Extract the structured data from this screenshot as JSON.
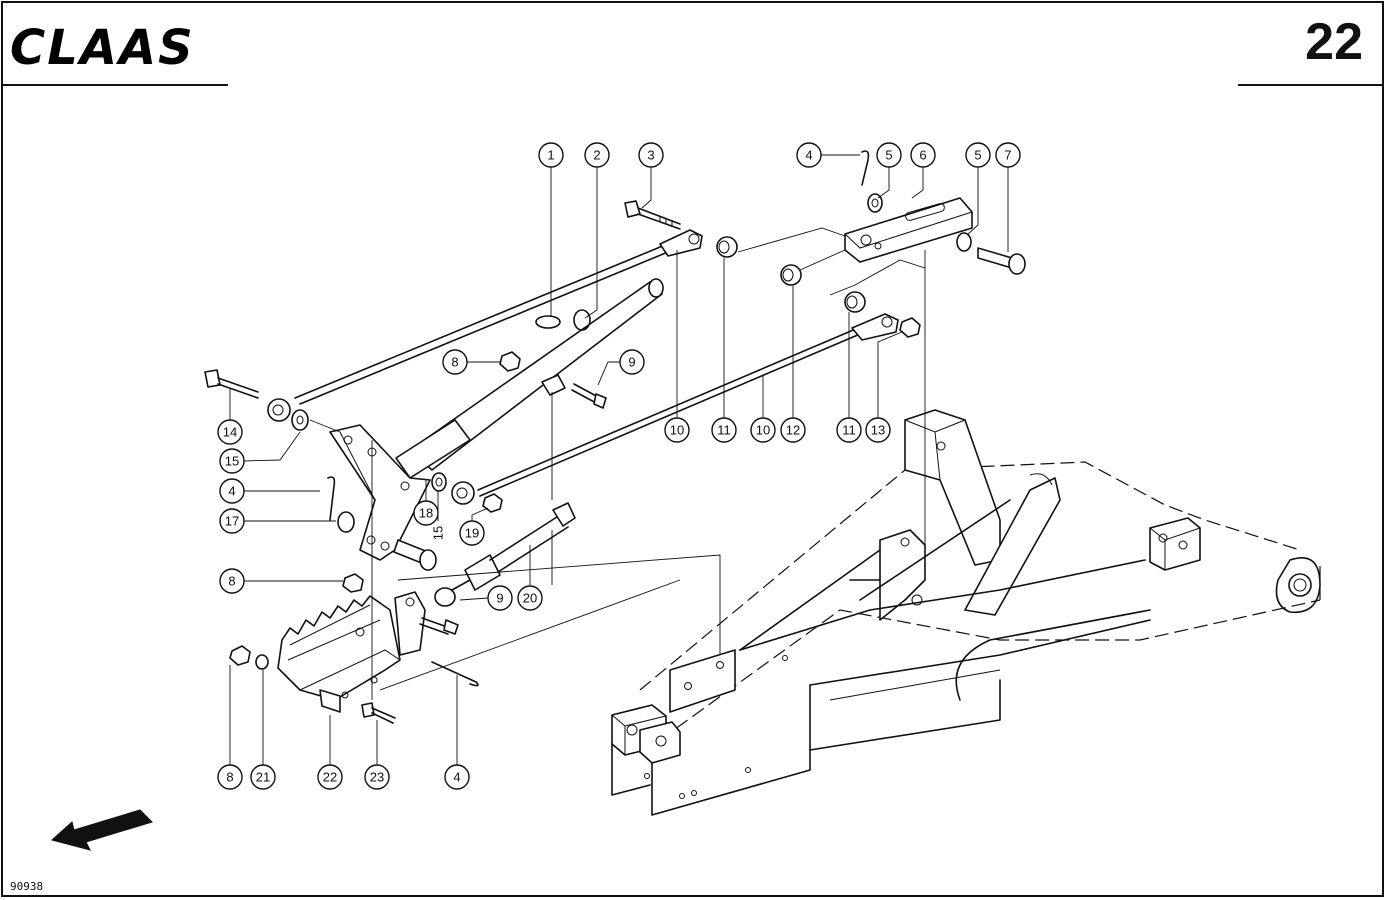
{
  "header": {
    "brand": "CLAAS",
    "page_number": "22"
  },
  "footer": {
    "figure_code": "90938"
  },
  "colors": {
    "ink": "#111111",
    "paper": "#ffffff"
  },
  "callouts": [
    {
      "id": "c1",
      "label": "1"
    },
    {
      "id": "c2",
      "label": "2"
    },
    {
      "id": "c3",
      "label": "3"
    },
    {
      "id": "c4a",
      "label": "4"
    },
    {
      "id": "c5a",
      "label": "5"
    },
    {
      "id": "c6",
      "label": "6"
    },
    {
      "id": "c5b",
      "label": "5"
    },
    {
      "id": "c7",
      "label": "7"
    },
    {
      "id": "c8a",
      "label": "8"
    },
    {
      "id": "c9a",
      "label": "9"
    },
    {
      "id": "c14",
      "label": "14"
    },
    {
      "id": "c10a",
      "label": "10"
    },
    {
      "id": "c11a",
      "label": "11"
    },
    {
      "id": "c10b",
      "label": "10"
    },
    {
      "id": "c12",
      "label": "12"
    },
    {
      "id": "c11b",
      "label": "11"
    },
    {
      "id": "c13",
      "label": "13"
    },
    {
      "id": "c15a",
      "label": "15"
    },
    {
      "id": "c4b",
      "label": "4"
    },
    {
      "id": "c17",
      "label": "17"
    },
    {
      "id": "c18",
      "label": "18"
    },
    {
      "id": "c15b",
      "label": "15"
    },
    {
      "id": "c19",
      "label": "19"
    },
    {
      "id": "c8b",
      "label": "8"
    },
    {
      "id": "c9b",
      "label": "9"
    },
    {
      "id": "c20",
      "label": "20"
    },
    {
      "id": "c8c",
      "label": "8"
    },
    {
      "id": "c21",
      "label": "21"
    },
    {
      "id": "c22",
      "label": "22"
    },
    {
      "id": "c23",
      "label": "23"
    },
    {
      "id": "c4c",
      "label": "4"
    }
  ]
}
